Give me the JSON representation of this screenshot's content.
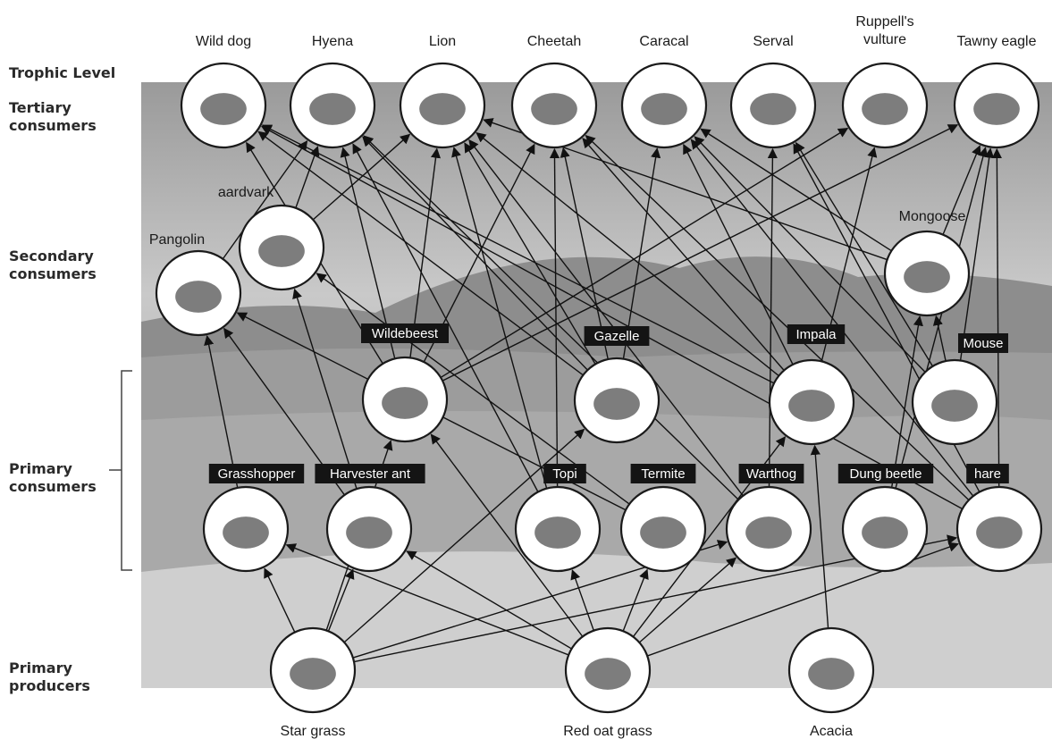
{
  "trophic_levels": {
    "header": "Trophic Level",
    "tertiary": [
      "Tertiary",
      "consumers"
    ],
    "secondary": [
      "Secondary",
      "consumers"
    ],
    "primary": [
      "Primary",
      "consumers"
    ],
    "producers": [
      "Primary",
      "producers"
    ]
  },
  "organisms": {
    "wild_dog": "Wild dog",
    "hyena": "Hyena",
    "lion": "Lion",
    "cheetah": "Cheetah",
    "caracal": "Caracal",
    "serval": "Serval",
    "ruppells_vulture": [
      "Ruppell's",
      "vulture"
    ],
    "tawny_eagle": "Tawny eagle",
    "aardvark": "aardvark",
    "pangolin": "Pangolin",
    "mongoose": "Mongoose",
    "wildebeest": "Wildebeest",
    "gazelle": "Gazelle",
    "impala": "Impala",
    "mouse": "Mouse",
    "grasshopper": "Grasshopper",
    "harvester_ant": "Harvester ant",
    "topi": "Topi",
    "termite": "Termite",
    "warthog": "Warthog",
    "dung_beetle": "Dung beetle",
    "hare": "hare",
    "star_grass": "Star grass",
    "red_oat_grass": "Red oat grass",
    "acacia": "Acacia"
  },
  "feeding_links": [
    [
      "star_grass",
      "grasshopper"
    ],
    [
      "star_grass",
      "harvester_ant"
    ],
    [
      "star_grass",
      "wildebeest"
    ],
    [
      "star_grass",
      "gazelle"
    ],
    [
      "star_grass",
      "warthog"
    ],
    [
      "star_grass",
      "hare"
    ],
    [
      "red_oat_grass",
      "grasshopper"
    ],
    [
      "red_oat_grass",
      "harvester_ant"
    ],
    [
      "red_oat_grass",
      "topi"
    ],
    [
      "red_oat_grass",
      "termite"
    ],
    [
      "red_oat_grass",
      "warthog"
    ],
    [
      "red_oat_grass",
      "hare"
    ],
    [
      "red_oat_grass",
      "impala"
    ],
    [
      "red_oat_grass",
      "wildebeest"
    ],
    [
      "acacia",
      "impala"
    ],
    [
      "grasshopper",
      "pangolin"
    ],
    [
      "harvester_ant",
      "pangolin"
    ],
    [
      "harvester_ant",
      "aardvark"
    ],
    [
      "termite",
      "aardvark"
    ],
    [
      "termite",
      "pangolin"
    ],
    [
      "dung_beetle",
      "mongoose"
    ],
    [
      "mouse",
      "mongoose"
    ],
    [
      "wildebeest",
      "lion"
    ],
    [
      "wildebeest",
      "hyena"
    ],
    [
      "wildebeest",
      "wild_dog"
    ],
    [
      "wildebeest",
      "cheetah"
    ],
    [
      "wildebeest",
      "ruppells_vulture"
    ],
    [
      "wildebeest",
      "tawny_eagle"
    ],
    [
      "gazelle",
      "lion"
    ],
    [
      "gazelle",
      "cheetah"
    ],
    [
      "gazelle",
      "wild_dog"
    ],
    [
      "gazelle",
      "caracal"
    ],
    [
      "gazelle",
      "hyena"
    ],
    [
      "impala",
      "lion"
    ],
    [
      "impala",
      "cheetah"
    ],
    [
      "impala",
      "wild_dog"
    ],
    [
      "impala",
      "caracal"
    ],
    [
      "impala",
      "ruppells_vulture"
    ],
    [
      "topi",
      "lion"
    ],
    [
      "topi",
      "hyena"
    ],
    [
      "topi",
      "cheetah"
    ],
    [
      "warthog",
      "lion"
    ],
    [
      "warthog",
      "hyena"
    ],
    [
      "warthog",
      "serval"
    ],
    [
      "hare",
      "caracal"
    ],
    [
      "hare",
      "serval"
    ],
    [
      "hare",
      "tawny_eagle"
    ],
    [
      "hare",
      "wild_dog"
    ],
    [
      "hare",
      "cheetah"
    ],
    [
      "mouse",
      "serval"
    ],
    [
      "mouse",
      "tawny_eagle"
    ],
    [
      "mouse",
      "caracal"
    ],
    [
      "mongoose",
      "tawny_eagle"
    ],
    [
      "mongoose",
      "caracal"
    ],
    [
      "mongoose",
      "lion"
    ],
    [
      "aardvark",
      "hyena"
    ],
    [
      "aardvark",
      "lion"
    ],
    [
      "pangolin",
      "hyena"
    ],
    [
      "dung_beetle",
      "tawny_eagle"
    ]
  ]
}
